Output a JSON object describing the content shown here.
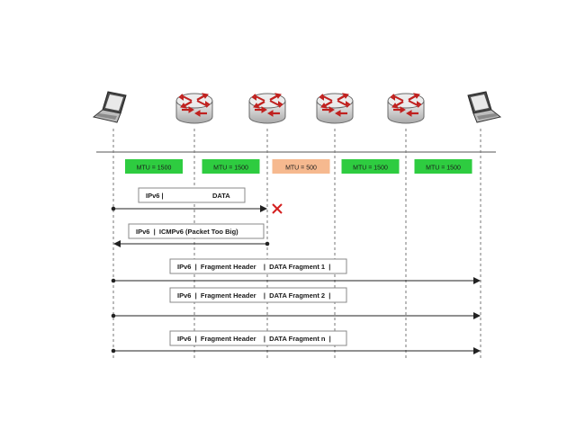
{
  "colors": {
    "mtu_ok": "#2ecc40",
    "mtu_low": "#f6b98f",
    "arrow": "#222222",
    "lifeline": "#777777",
    "error_x": "#d42020",
    "router_body": "#cfcfcf",
    "router_arrows": "#c0211f"
  },
  "nodes": [
    {
      "type": "laptop",
      "icon": "laptop-icon"
    },
    {
      "type": "router",
      "icon": "router-icon"
    },
    {
      "type": "router",
      "icon": "router-icon"
    },
    {
      "type": "router",
      "icon": "router-icon"
    },
    {
      "type": "router",
      "icon": "router-icon"
    },
    {
      "type": "laptop",
      "icon": "laptop-icon"
    }
  ],
  "links": [
    {
      "mtu": "MTU = 1500",
      "status": "ok"
    },
    {
      "mtu": "MTU = 1500",
      "status": "ok"
    },
    {
      "mtu": "MTU = 500",
      "status": "low"
    },
    {
      "mtu": "MTU = 1500",
      "status": "ok"
    },
    {
      "mtu": "MTU = 1500",
      "status": "ok"
    }
  ],
  "messages": [
    {
      "parts": [
        "IPv6 |",
        "DATA"
      ],
      "from": 0,
      "to": 2,
      "dropped": true
    },
    {
      "parts": [
        "IPv6  |  ICMPv6 (Packet Too Big)"
      ],
      "from": 2,
      "to": 0,
      "dropped": false
    },
    {
      "parts": [
        "IPv6  |  Fragment Header    |  DATA Fragment 1  |"
      ],
      "from": 0,
      "to": 5,
      "dropped": false
    },
    {
      "parts": [
        "IPv6  |  Fragment Header    |  DATA Fragment 2  |"
      ],
      "from": 0,
      "to": 5,
      "dropped": false
    },
    {
      "parts": [
        "IPv6  |  Fragment Header    |  DATA Fragment n  |"
      ],
      "from": 0,
      "to": 5,
      "dropped": false
    }
  ]
}
